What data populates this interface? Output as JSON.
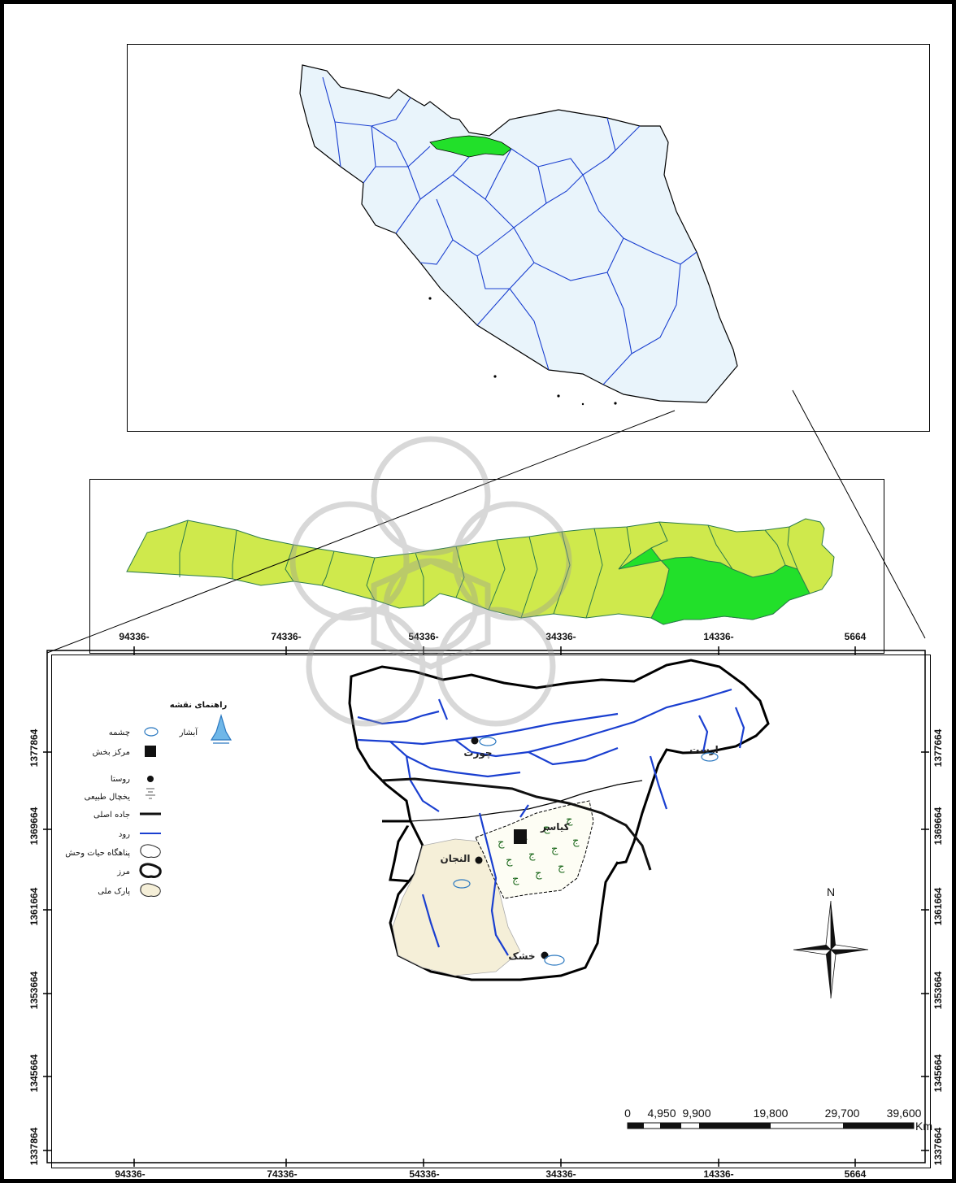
{
  "map": {
    "colors": {
      "iran_fill": "#e9f4fb",
      "iran_highlight": "#22e02a",
      "province_fill": "#cfe94c",
      "study_area_fill": "#22e02a",
      "river": "#1a3fd0",
      "watermark": "#9a9a9a"
    },
    "top_ticks": [
      "94336-",
      "74336-",
      "54336-",
      "34336-",
      "14336-",
      "5664"
    ],
    "bottom_ticks": [
      "94336-",
      "74336-",
      "54336-",
      "34336-",
      "14336-",
      "5664"
    ],
    "left_ticks": [
      "1337864",
      "1345664",
      "1353664",
      "1361664",
      "1369664",
      "1377864"
    ],
    "right_ticks": [
      "1337664",
      "1345664",
      "1353664",
      "1361664",
      "1369664",
      "1377664"
    ],
    "legend": {
      "title": "راهنمای نقشه",
      "items": [
        {
          "label": "چشمه",
          "icon": "spring-icon"
        },
        {
          "label": "آبشار",
          "icon": "waterfall-icon"
        },
        {
          "label": "مرکز بخش",
          "icon": "district-center-icon"
        },
        {
          "label": "روستا",
          "icon": "village-icon"
        },
        {
          "label": "یخچال طبیعی",
          "icon": "glacier-icon"
        },
        {
          "label": "جاده اصلی",
          "icon": "main-road-icon"
        },
        {
          "label": "رود",
          "icon": "river-icon"
        },
        {
          "label": "پناهگاه حیات وحش",
          "icon": "wildlife-refuge-icon"
        },
        {
          "label": "مرز",
          "icon": "border-icon"
        },
        {
          "label": "پارک ملی",
          "icon": "national-park-icon"
        }
      ]
    },
    "places": [
      "چورت",
      "ارست",
      "کیاسر",
      "النجان",
      "خشک"
    ],
    "scale": {
      "labels": [
        "0",
        "4,950",
        "9,900",
        "19,800",
        "29,700",
        "39,600"
      ],
      "unit": "Km"
    },
    "north_label": "N"
  }
}
